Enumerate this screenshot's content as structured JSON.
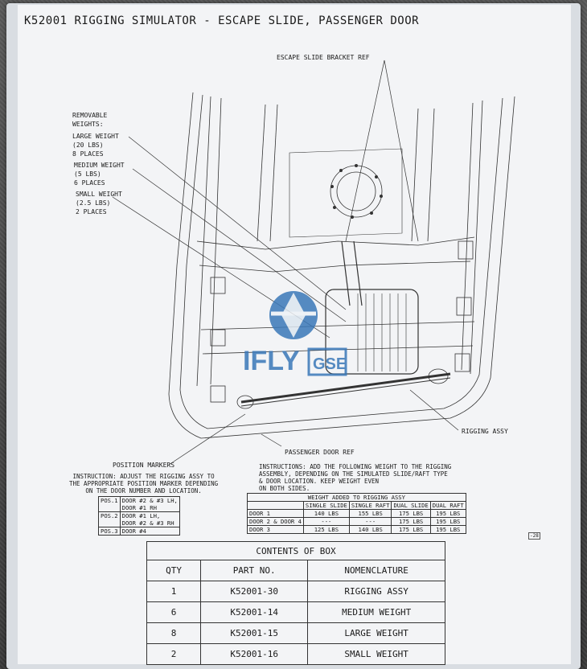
{
  "title": "K52001 RIGGING SIMULATOR - ESCAPE SLIDE, PASSENGER DOOR",
  "callouts": {
    "bracket_ref": "ESCAPE SLIDE BRACKET REF",
    "removable_weights": "REMOVABLE\nWEIGHTS:",
    "large_weight": "LARGE WEIGHT\n(20 LBS)\n8 PLACES",
    "medium_weight": "MEDIUM WEIGHT\n(5 LBS)\n6 PLACES",
    "small_weight": "SMALL WEIGHT\n(2.5 LBS)\n2 PLACES",
    "rigging_assy": "RIGGING ASSY",
    "passenger_door_ref": "PASSENGER DOOR REF",
    "position_markers": "POSITION MARKERS"
  },
  "instruction_left": "INSTRUCTION: ADJUST THE RIGGING ASSY TO\nTHE APPROPRIATE POSITION MARKER DEPENDING\nON THE DOOR NUMBER AND LOCATION.",
  "positions": [
    {
      "pos": "POS.1",
      "doors": "DOOR #2 & #3 LH,\nDOOR #1 RH"
    },
    {
      "pos": "POS.2",
      "doors": "DOOR #1 LH,\nDOOR #2 & #3 RH"
    },
    {
      "pos": "POS.3",
      "doors": "DOOR #4"
    }
  ],
  "instruction_right": "INSTRUCTIONS: ADD THE FOLLOWING WEIGHT TO THE RIGGING\nASSEMBLY, DEPENDING ON THE SIMULATED SLIDE/RAFT TYPE\n& DOOR LOCATION. KEEP WEIGHT EVEN\nON BOTH SIDES.",
  "weight_table": {
    "title": "WEIGHT ADDED TO RIGGING ASSY",
    "headers": [
      "",
      "SINGLE SLIDE",
      "SINGLE RAFT",
      "DUAL SLIDE",
      "DUAL RAFT"
    ],
    "rows": [
      [
        "DOOR 1",
        "140 LBS",
        "155 LBS",
        "175 LBS",
        "195 LBS"
      ],
      [
        "DOOR 2 & DOOR 4",
        "---",
        "---",
        "175 LBS",
        "195 LBS"
      ],
      [
        "DOOR 3",
        "125 LBS",
        "140 LBS",
        "175 LBS",
        "195 LBS"
      ]
    ]
  },
  "drawing_number": "-28",
  "logo_text": "IFLY GSE",
  "contents": {
    "title": "CONTENTS OF BOX",
    "headers": [
      "QTY",
      "PART NO.",
      "NOMENCLATURE"
    ],
    "rows": [
      [
        "1",
        "K52001-30",
        "RIGGING ASSY"
      ],
      [
        "6",
        "K52001-14",
        "MEDIUM WEIGHT"
      ],
      [
        "8",
        "K52001-15",
        "LARGE WEIGHT"
      ],
      [
        "2",
        "K52001-16",
        "SMALL WEIGHT"
      ]
    ]
  }
}
